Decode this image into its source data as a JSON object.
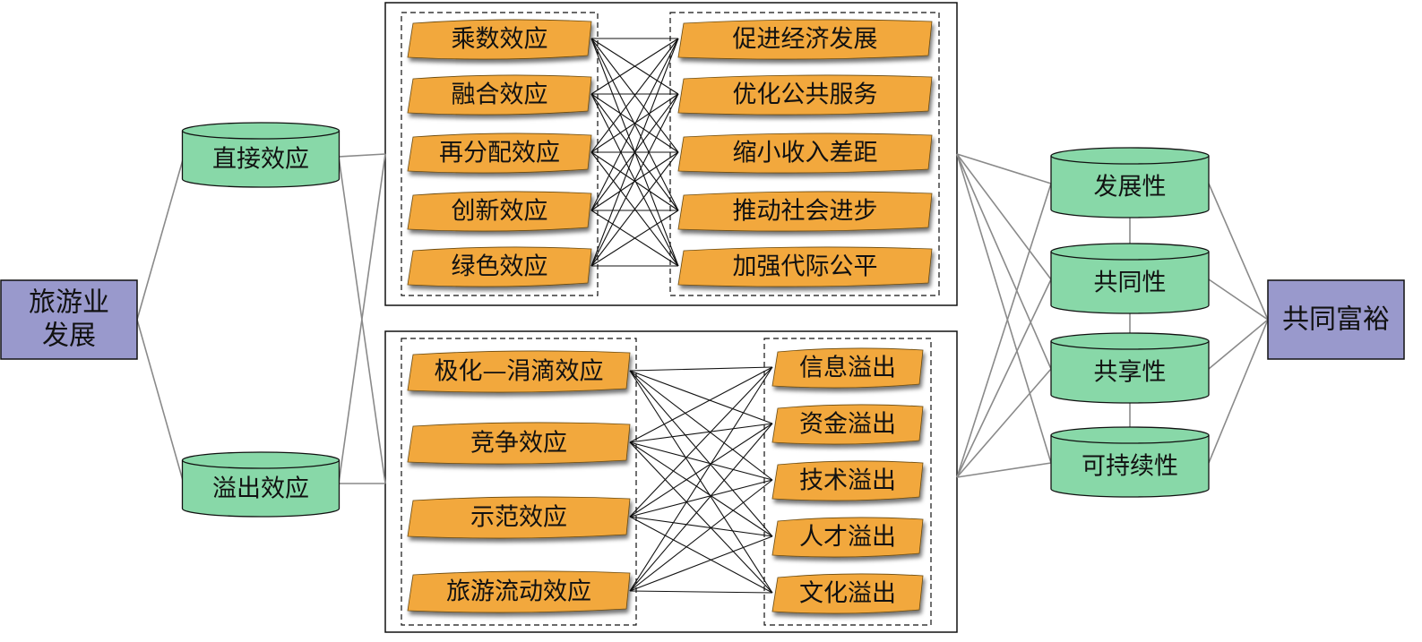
{
  "source_node": {
    "label_line1": "旅游业",
    "label_line2": "发展"
  },
  "channels": [
    "直接效应",
    "溢出效应"
  ],
  "direct_effects": [
    "乘数效应",
    "融合效应",
    "再分配效应",
    "创新效应",
    "绿色效应"
  ],
  "direct_outcomes": [
    "促进经济发展",
    "优化公共服务",
    "缩小收入差距",
    "推动社会进步",
    "加强代际公平"
  ],
  "spillover_effects": [
    "极化—涓滴效应",
    "竞争效应",
    "示范效应",
    "旅游流动效应"
  ],
  "spillover_outcomes": [
    "信息溢出",
    "资金溢出",
    "技术溢出",
    "人才溢出",
    "文化溢出"
  ],
  "dimensions": [
    "发展性",
    "共同性",
    "共享性",
    "可持续性"
  ],
  "target_node": {
    "label": "共同富裕"
  },
  "colors": {
    "node_fill": "#9999cc",
    "cylinder_fill": "#88d8a8",
    "banner_fill": "#f2a83c",
    "line": "#111111",
    "connector": "#8a8a8a"
  }
}
